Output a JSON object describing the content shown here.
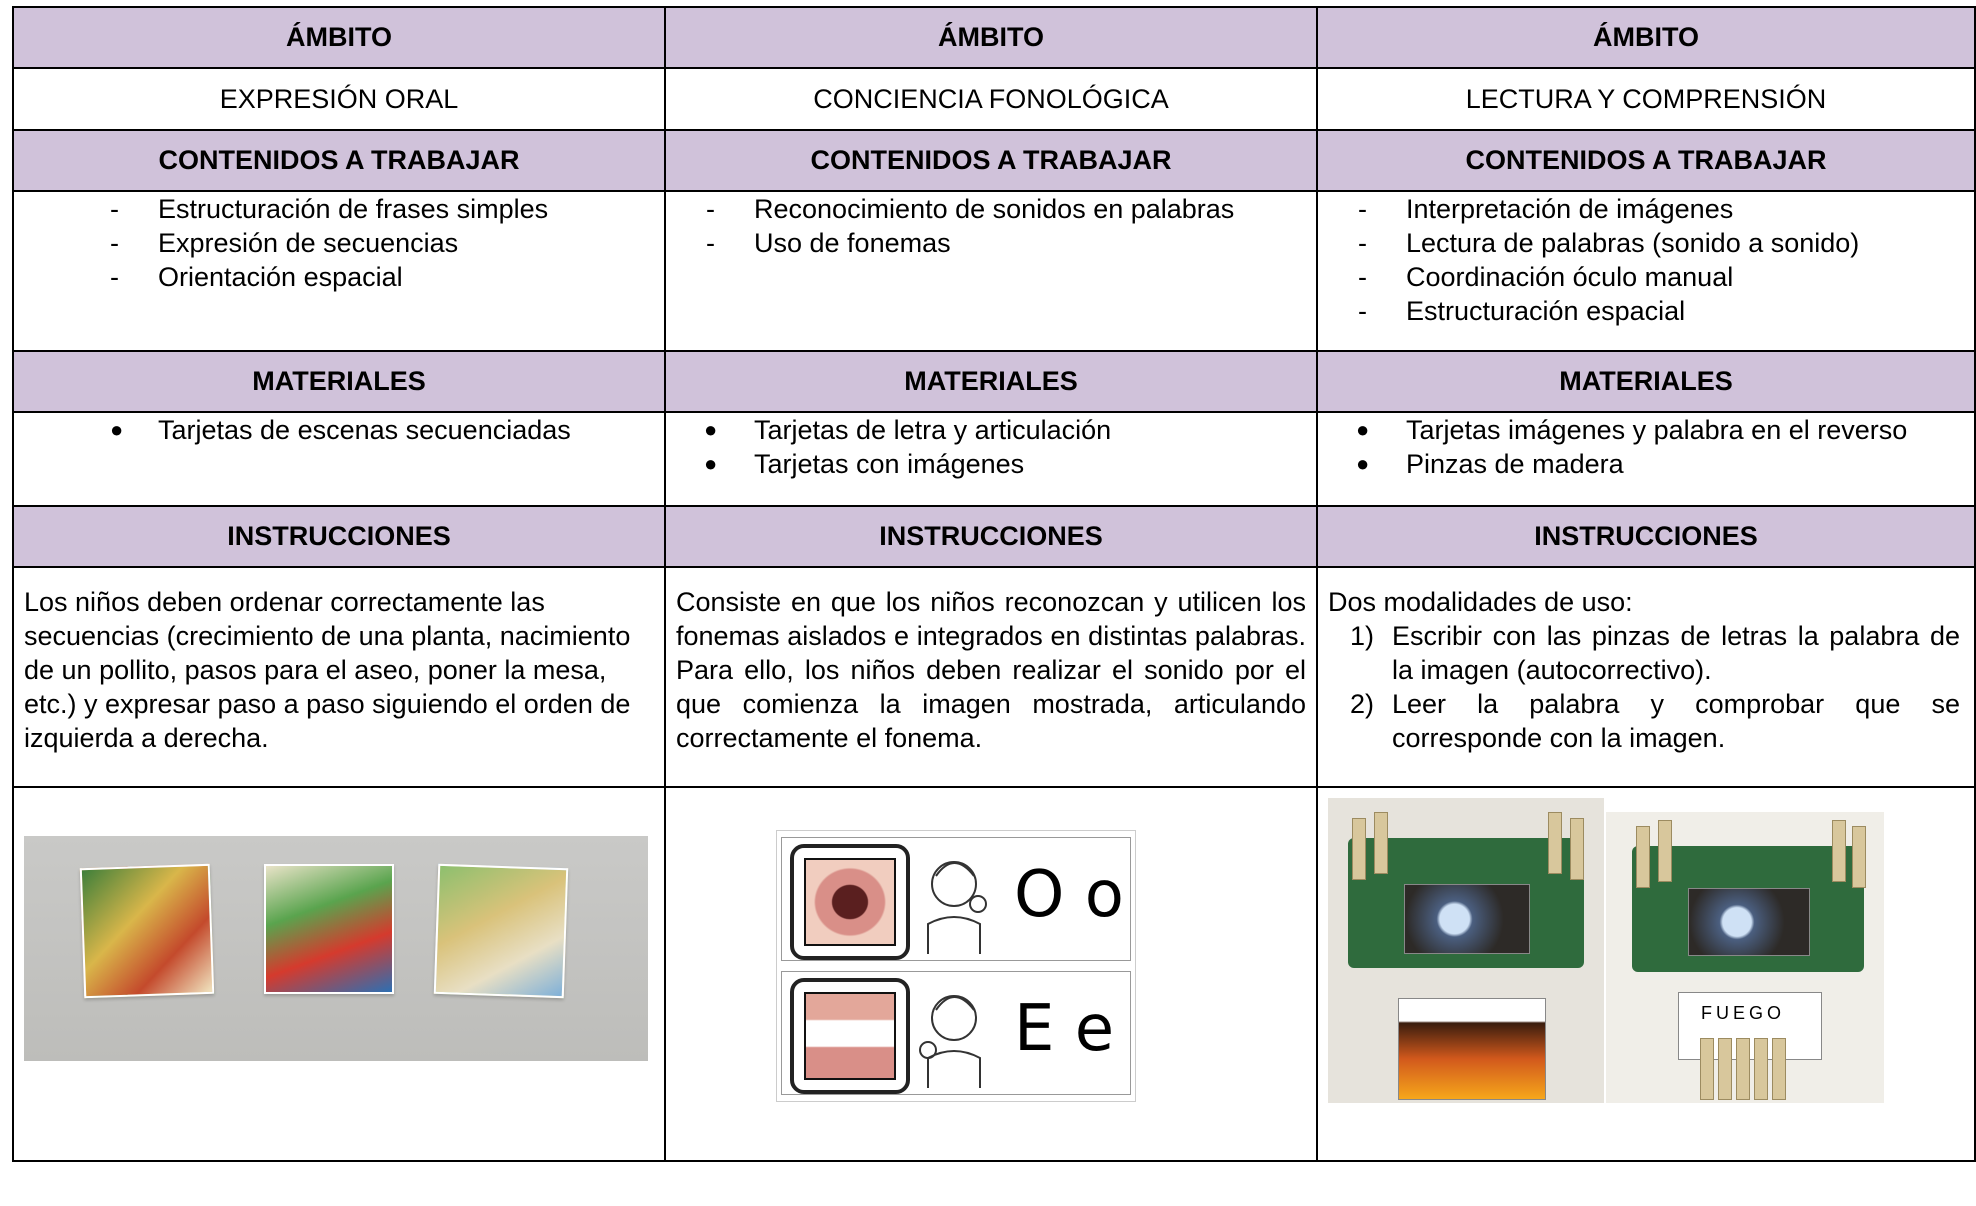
{
  "columns": [
    {
      "ambito_header": "ÁMBITO",
      "ambito": "EXPRESIÓN ORAL",
      "contenidos_header": "CONTENIDOS A TRABAJAR",
      "contenidos": [
        "Estructuración de frases simples",
        "Expresión de secuencias",
        "Orientación espacial"
      ],
      "materiales_header": "MATERIALES",
      "materiales": [
        "Tarjetas de escenas secuenciadas"
      ],
      "instrucciones_header": "INSTRUCCIONES",
      "instrucciones": "Los niños deben ordenar correctamente las secuencias (crecimiento de una planta, nacimiento de un pollito, pasos para el aseo, poner la mesa, etc.) y expresar paso a paso siguiendo el orden de izquierda a derecha."
    },
    {
      "ambito_header": "ÁMBITO",
      "ambito": "CONCIENCIA FONOLÓGICA",
      "contenidos_header": "CONTENIDOS A TRABAJAR",
      "contenidos": [
        "Reconocimiento de sonidos en palabras",
        "Uso de fonemas"
      ],
      "materiales_header": "MATERIALES",
      "materiales": [
        "Tarjetas de letra y articulación",
        "Tarjetas con imágenes"
      ],
      "instrucciones_header": "INSTRUCCIONES",
      "instrucciones": "Consiste en que los niños reconozcan y utilicen los fonemas aislados e integrados en distintas palabras. Para ello, los niños deben realizar el sonido por el que comienza la imagen mostrada, articulando correctamente el fonema.",
      "letter_cards": [
        "O o",
        "E e"
      ]
    },
    {
      "ambito_header": "ÁMBITO",
      "ambito": "LECTURA Y COMPRENSIÓN",
      "contenidos_header": "CONTENIDOS A TRABAJAR",
      "contenidos": [
        "Interpretación de imágenes",
        "Lectura de palabras (sonido a sonido)",
        "Coordinación óculo manual",
        "Estructuración espacial"
      ],
      "materiales_header": "MATERIALES",
      "materiales": [
        "Tarjetas imágenes y palabra en el reverso",
        "Pinzas de madera"
      ],
      "instrucciones_header": "INSTRUCCIONES",
      "instrucciones_intro": "Dos modalidades de uso:",
      "instrucciones_steps": [
        {
          "num": "1)",
          "text": "Escribir con las pinzas de letras la palabra de la imagen (autocorrectivo)."
        },
        {
          "num": "2)",
          "text": "Leer la palabra y comprobar que se corresponde con la imagen."
        }
      ],
      "photo_word": "FUEGO"
    }
  ],
  "markers": {
    "dash": "-",
    "dot": "●"
  },
  "colors": {
    "header_bg": "#d0c2da",
    "border": "#000000",
    "tray_green": "#2f6b3d"
  }
}
